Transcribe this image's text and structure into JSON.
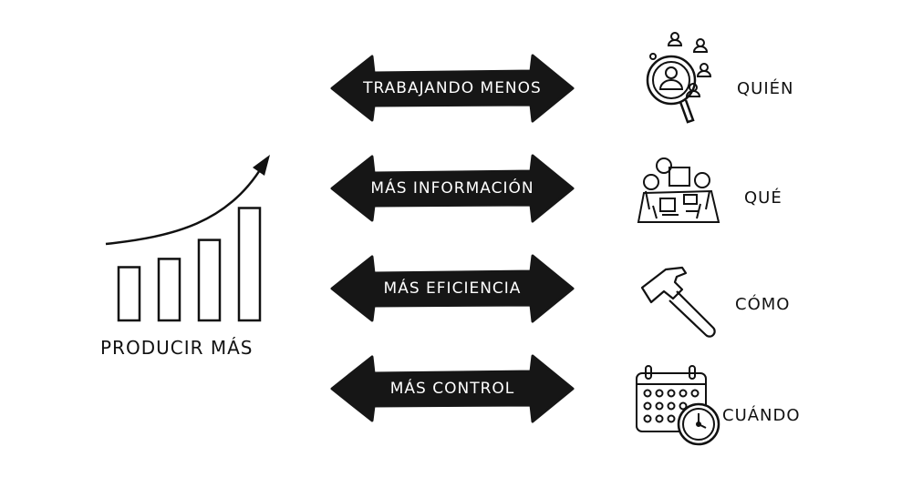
{
  "left": {
    "label": "PRODUCIR MÁS",
    "growth_bars": [
      0.45,
      0.52,
      0.68,
      0.95
    ]
  },
  "rows": [
    {
      "arrow_label": "TRABAJANDO MENOS",
      "icon": "people-search-icon",
      "label": "QUIÉN"
    },
    {
      "arrow_label": "MÁS INFORMACIÓN",
      "icon": "meeting-table-icon",
      "label": "QUÉ"
    },
    {
      "arrow_label": "MÁS EFICIENCIA",
      "icon": "hammer-icon",
      "label": "CÓMO"
    },
    {
      "arrow_label": "MÁS CONTROL",
      "icon": "calendar-clock-icon",
      "label": "CUÁNDO"
    }
  ],
  "colors": {
    "ink": "#111111",
    "arrow_fill": "#161616",
    "background": "#ffffff"
  }
}
